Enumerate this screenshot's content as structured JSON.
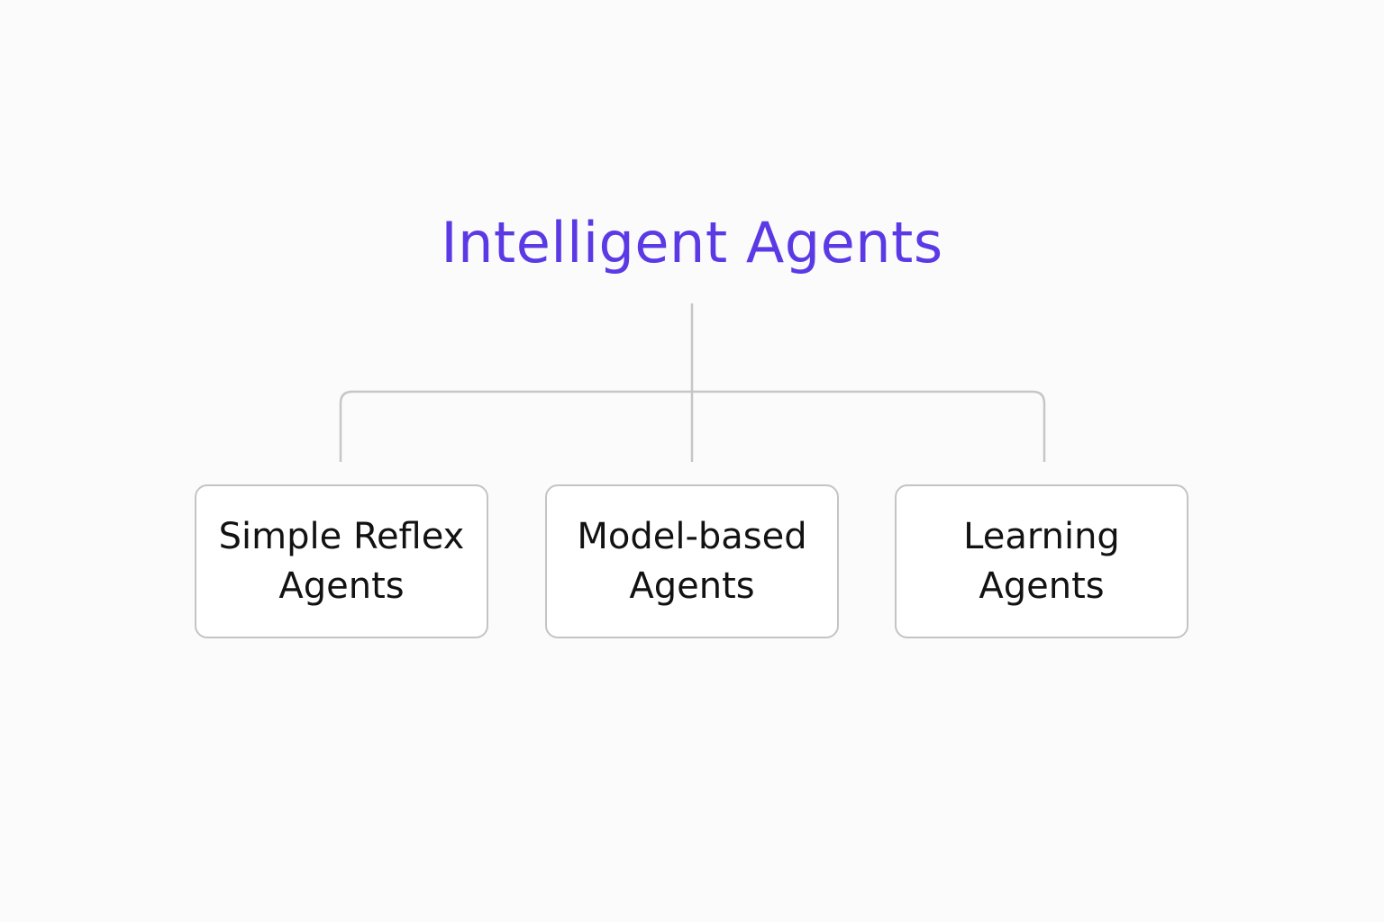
{
  "diagram": {
    "root": {
      "label": "Intelligent Agents"
    },
    "children": [
      {
        "line1": "Simple Reflex",
        "line2": "Agents"
      },
      {
        "line1": "Model-based",
        "line2": "Agents"
      },
      {
        "line1": "Learning",
        "line2": "Agents"
      }
    ]
  },
  "colors": {
    "root_text": "#5b3ae6",
    "node_text": "#121212",
    "connector": "#c6c6c6",
    "node_border": "#c4c4c4",
    "background": "#fbfbfb"
  }
}
